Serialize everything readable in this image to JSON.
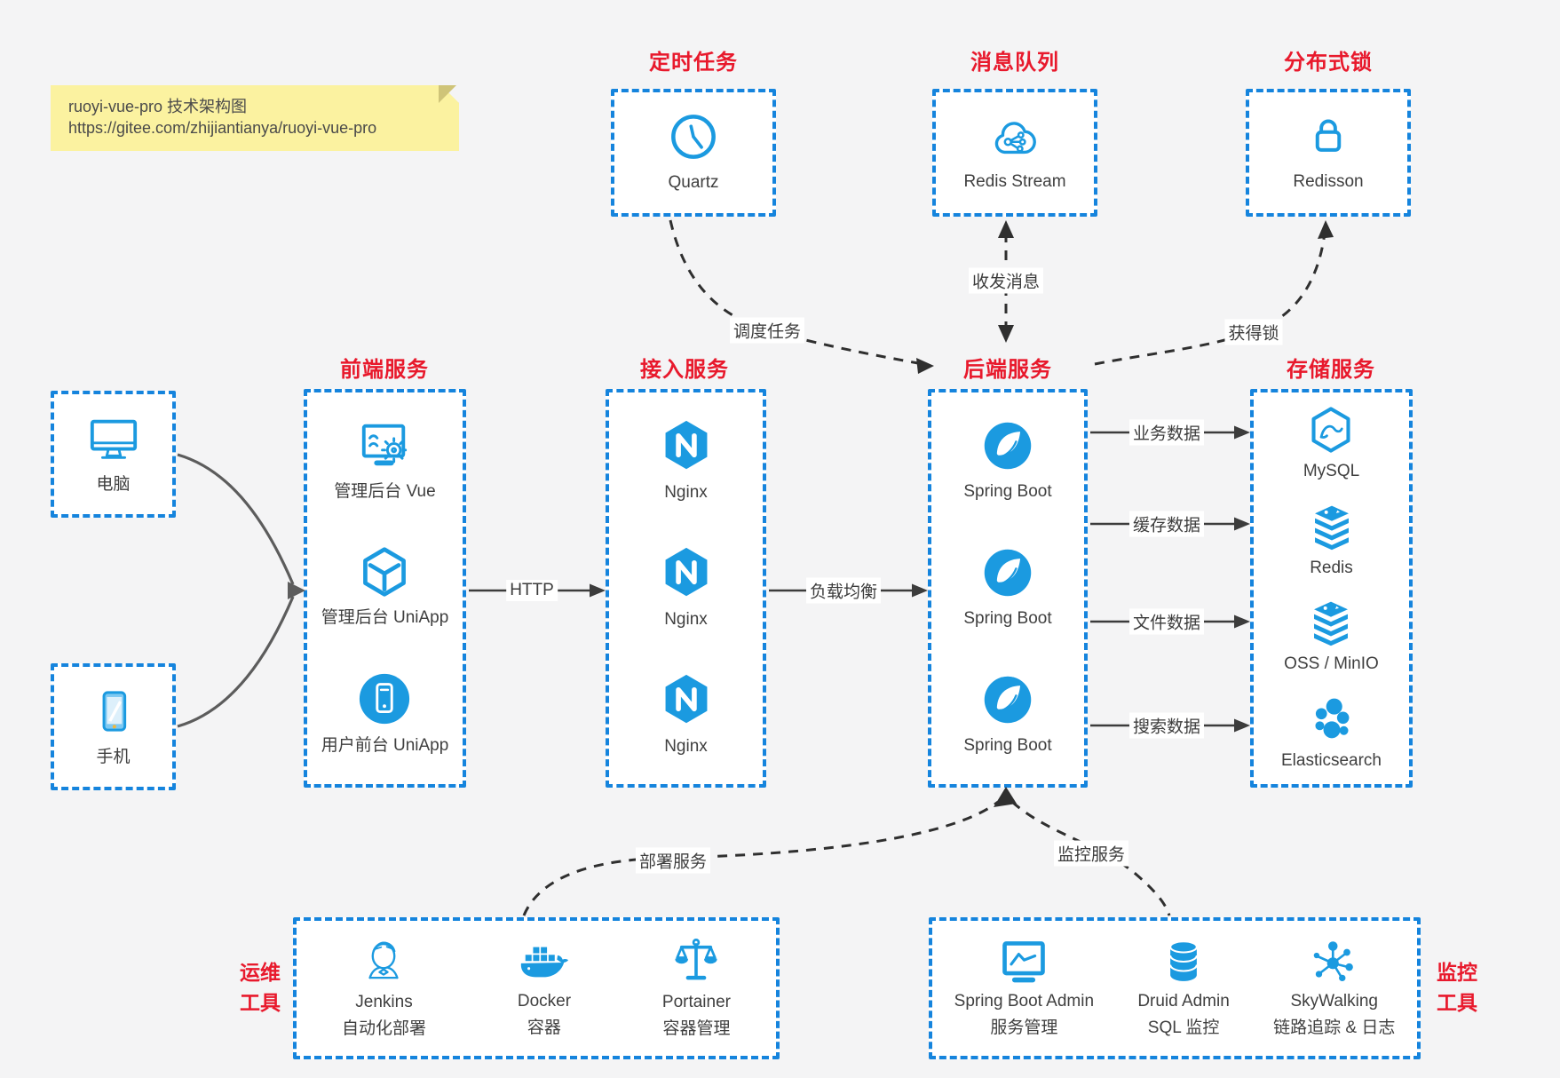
{
  "note": {
    "line1": "ruoyi-vue-pro 技术架构图",
    "line2": "https://gitee.com/zhijiantianya/ruoyi-vue-pro"
  },
  "colors": {
    "canvas_bg": "#f4f4f5",
    "box_border_blue": "#1584dd",
    "icon_blue": "#1b9ae0",
    "title_red": "#e8192c",
    "note_yellow": "#fbf2a0",
    "arrow_dark": "#333333",
    "device_arrow_gray": "#5c5c5c"
  },
  "top_groups": {
    "scheduler": {
      "title": "定时任务",
      "item": {
        "label": "Quartz",
        "icon": "clock-icon"
      }
    },
    "mq": {
      "title": "消息队列",
      "item": {
        "label": "Redis Stream",
        "icon": "cloud-share-icon"
      }
    },
    "dlock": {
      "title": "分布式锁",
      "item": {
        "label": "Redisson",
        "icon": "lock-icon"
      }
    }
  },
  "devices": {
    "pc": {
      "label": "电脑",
      "icon": "desktop-icon"
    },
    "phone": {
      "label": "手机",
      "icon": "smartphone-icon"
    }
  },
  "columns": {
    "frontend": {
      "title": "前端服务",
      "items": [
        {
          "label": "管理后台 Vue",
          "icon": "admin-screen-gear-icon"
        },
        {
          "label": "管理后台 UniApp",
          "icon": "uniapp-cube-icon"
        },
        {
          "label": "用户前台 UniApp",
          "icon": "mobile-app-circle-icon"
        }
      ]
    },
    "gateway": {
      "title": "接入服务",
      "items": [
        {
          "label": "Nginx",
          "icon": "nginx-icon"
        },
        {
          "label": "Nginx",
          "icon": "nginx-icon"
        },
        {
          "label": "Nginx",
          "icon": "nginx-icon"
        }
      ]
    },
    "backend": {
      "title": "后端服务",
      "items": [
        {
          "label": "Spring Boot",
          "icon": "spring-icon"
        },
        {
          "label": "Spring Boot",
          "icon": "spring-icon"
        },
        {
          "label": "Spring Boot",
          "icon": "spring-icon"
        }
      ]
    },
    "storage": {
      "title": "存储服务",
      "items": [
        {
          "label": "MySQL",
          "icon": "mysql-icon"
        },
        {
          "label": "Redis",
          "icon": "redis-stack-icon"
        },
        {
          "label": "OSS / MinIO",
          "icon": "redis-stack-icon"
        },
        {
          "label": "Elasticsearch",
          "icon": "elasticsearch-icon"
        }
      ]
    }
  },
  "bottom_groups": {
    "ops": {
      "side_label": {
        "line1": "运维",
        "line2": "工具"
      },
      "items": [
        {
          "line1": "Jenkins",
          "line2": "自动化部署",
          "icon": "jenkins-icon"
        },
        {
          "line1": "Docker",
          "line2": "容器",
          "icon": "docker-icon"
        },
        {
          "line1": "Portainer",
          "line2": "容器管理",
          "icon": "portainer-icon"
        }
      ]
    },
    "monitor": {
      "side_label": {
        "line1": "监控",
        "line2": "工具"
      },
      "items": [
        {
          "line1": "Spring Boot Admin",
          "line2": "服务管理",
          "icon": "spring-boot-admin-icon"
        },
        {
          "line1": "Druid Admin",
          "line2": "SQL 监控",
          "icon": "druid-db-icon"
        },
        {
          "line1": "SkyWalking",
          "line2": "链路追踪 & 日志",
          "icon": "skywalking-icon"
        }
      ]
    }
  },
  "edge_labels": {
    "http": "HTTP",
    "load_balance": "负载均衡",
    "biz_data": "业务数据",
    "cache_data": "缓存数据",
    "file_data": "文件数据",
    "search_data": "搜索数据",
    "schedule": "调度任务",
    "messaging": "收发消息",
    "acquire_lock": "获得锁",
    "deploy": "部署服务",
    "monitoring": "监控服务"
  }
}
